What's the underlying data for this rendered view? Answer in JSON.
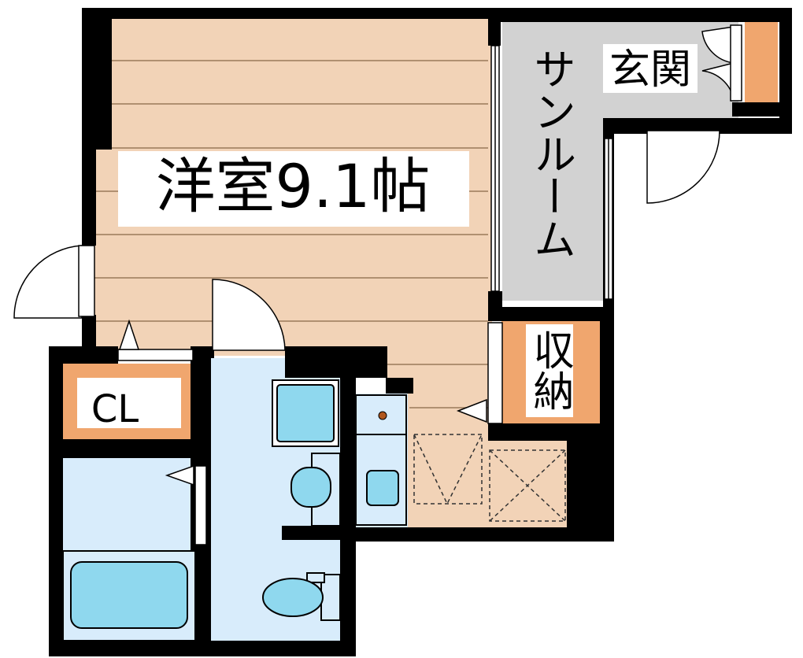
{
  "rooms": {
    "western": "洋室9.1帖",
    "sunroom": "サンルーム",
    "entrance": "玄関",
    "storage": "収納",
    "closet": "CL"
  },
  "colors": {
    "wall": "#000000",
    "floor_wood": "#f2d3b7",
    "floor_line": "#9a7a5a",
    "sunroom": "#d2d2d2",
    "wet_area": "#d8ecfb",
    "fixture": "#8fd8ee",
    "storage": "#f0a66e",
    "label_bg": "#ffffff",
    "door": "#000000"
  }
}
